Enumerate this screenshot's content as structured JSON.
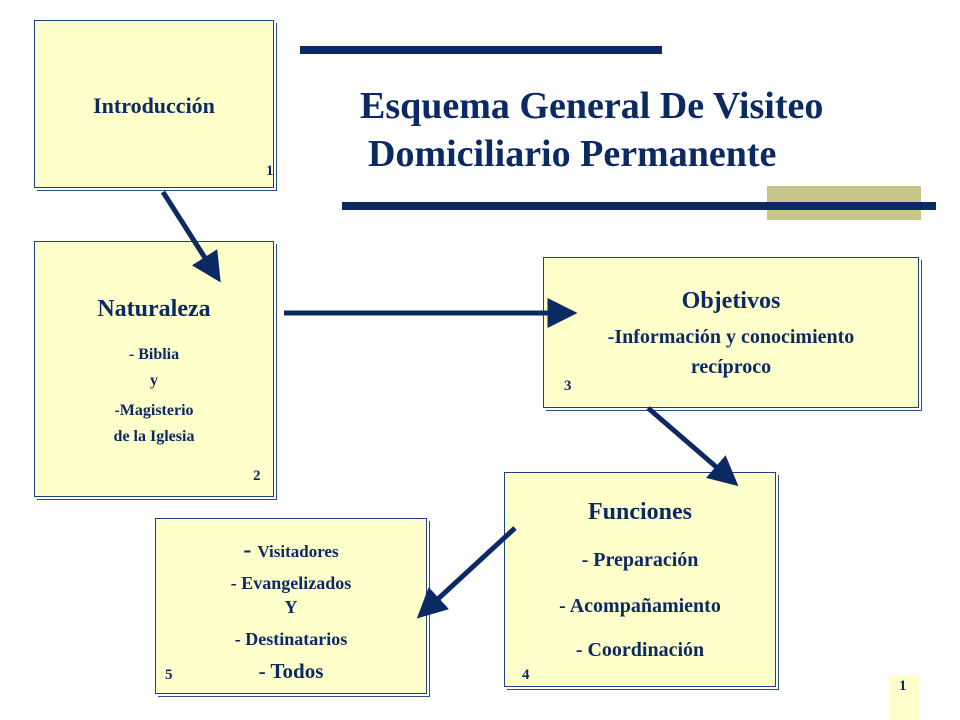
{
  "title": {
    "line1": "Esquema General De Visiteo",
    "line2": "Domiciliario Permanente"
  },
  "boxes": {
    "introduccion": {
      "heading": "Introducción",
      "number": "1"
    },
    "naturaleza": {
      "heading": "Naturaleza",
      "line1": "- Biblia",
      "line2": "y",
      "line3": "-Magisterio",
      "line4": "de la Iglesia",
      "number": "2"
    },
    "objetivos": {
      "heading": "Objetivos",
      "line1": "-Información y conocimiento",
      "line2": "recíproco",
      "number": "3"
    },
    "funciones": {
      "heading": "Funciones",
      "line1": "- Preparación",
      "line2": "- Acompañamiento",
      "line3": "- Coordinación",
      "number": "4"
    },
    "visitadores": {
      "dash": "- ",
      "line1": "Visitadores",
      "line2": "- Evangelizados",
      "line3": "Y",
      "line4": "- Destinatarios",
      "line5": "- Todos",
      "number": "5"
    }
  },
  "slide_number": "1",
  "colors": {
    "box_fill": "#ffffcc",
    "navy": "#0b2a63",
    "accent_tan": "#c8c48a",
    "arrow": "#0b2a63"
  }
}
